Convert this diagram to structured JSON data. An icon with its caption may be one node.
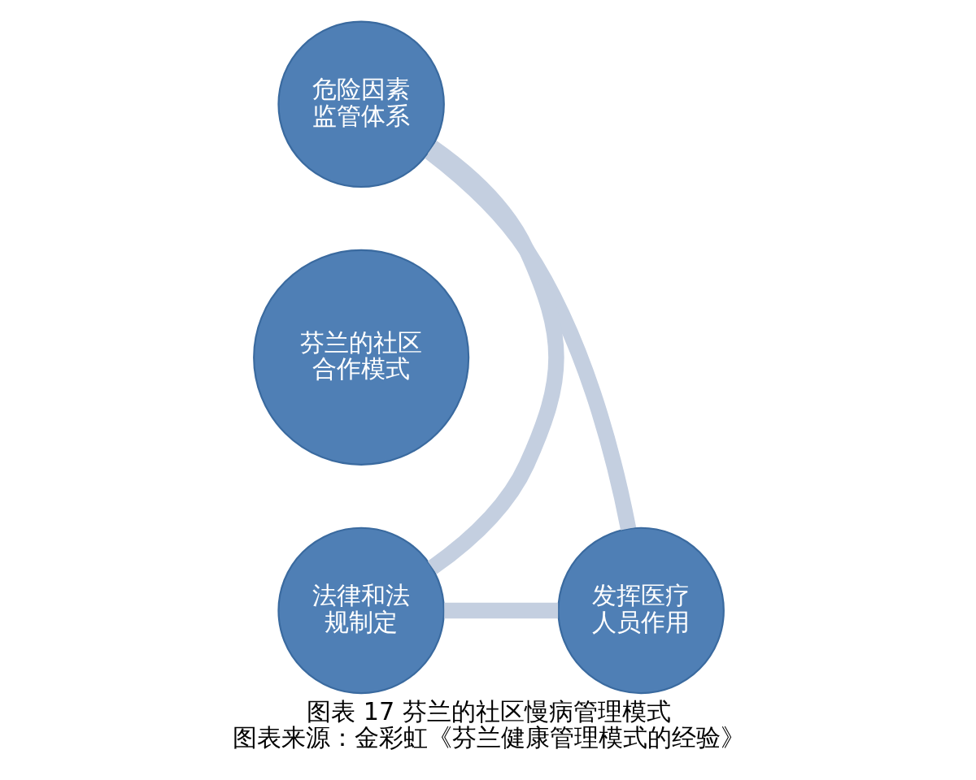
{
  "diagram": {
    "title": "图表 17 芬兰的社区慢病管理模式",
    "caption": "图表来源：金彩虹《芬兰健康管理模式的经验》",
    "nodes": [
      {
        "text": [
          "危险因素监管体系"
        ]
      },
      {
        "text": [
          "芬兰的社区合作模式"
        ]
      },
      {
        "text": [
          "法律和法规制定"
        ]
      },
      {
        "text": [
          "发挥医疗人员作用"
        ]
      }
    ],
    "edges": [
      {
        "from": 0,
        "to": 3,
        "arrow": "none"
      },
      {
        "from": 3,
        "to": 2,
        "arrow": "none"
      },
      {
        "from": 2,
        "to": 0,
        "arrow": "none"
      }
    ]
  }
}
